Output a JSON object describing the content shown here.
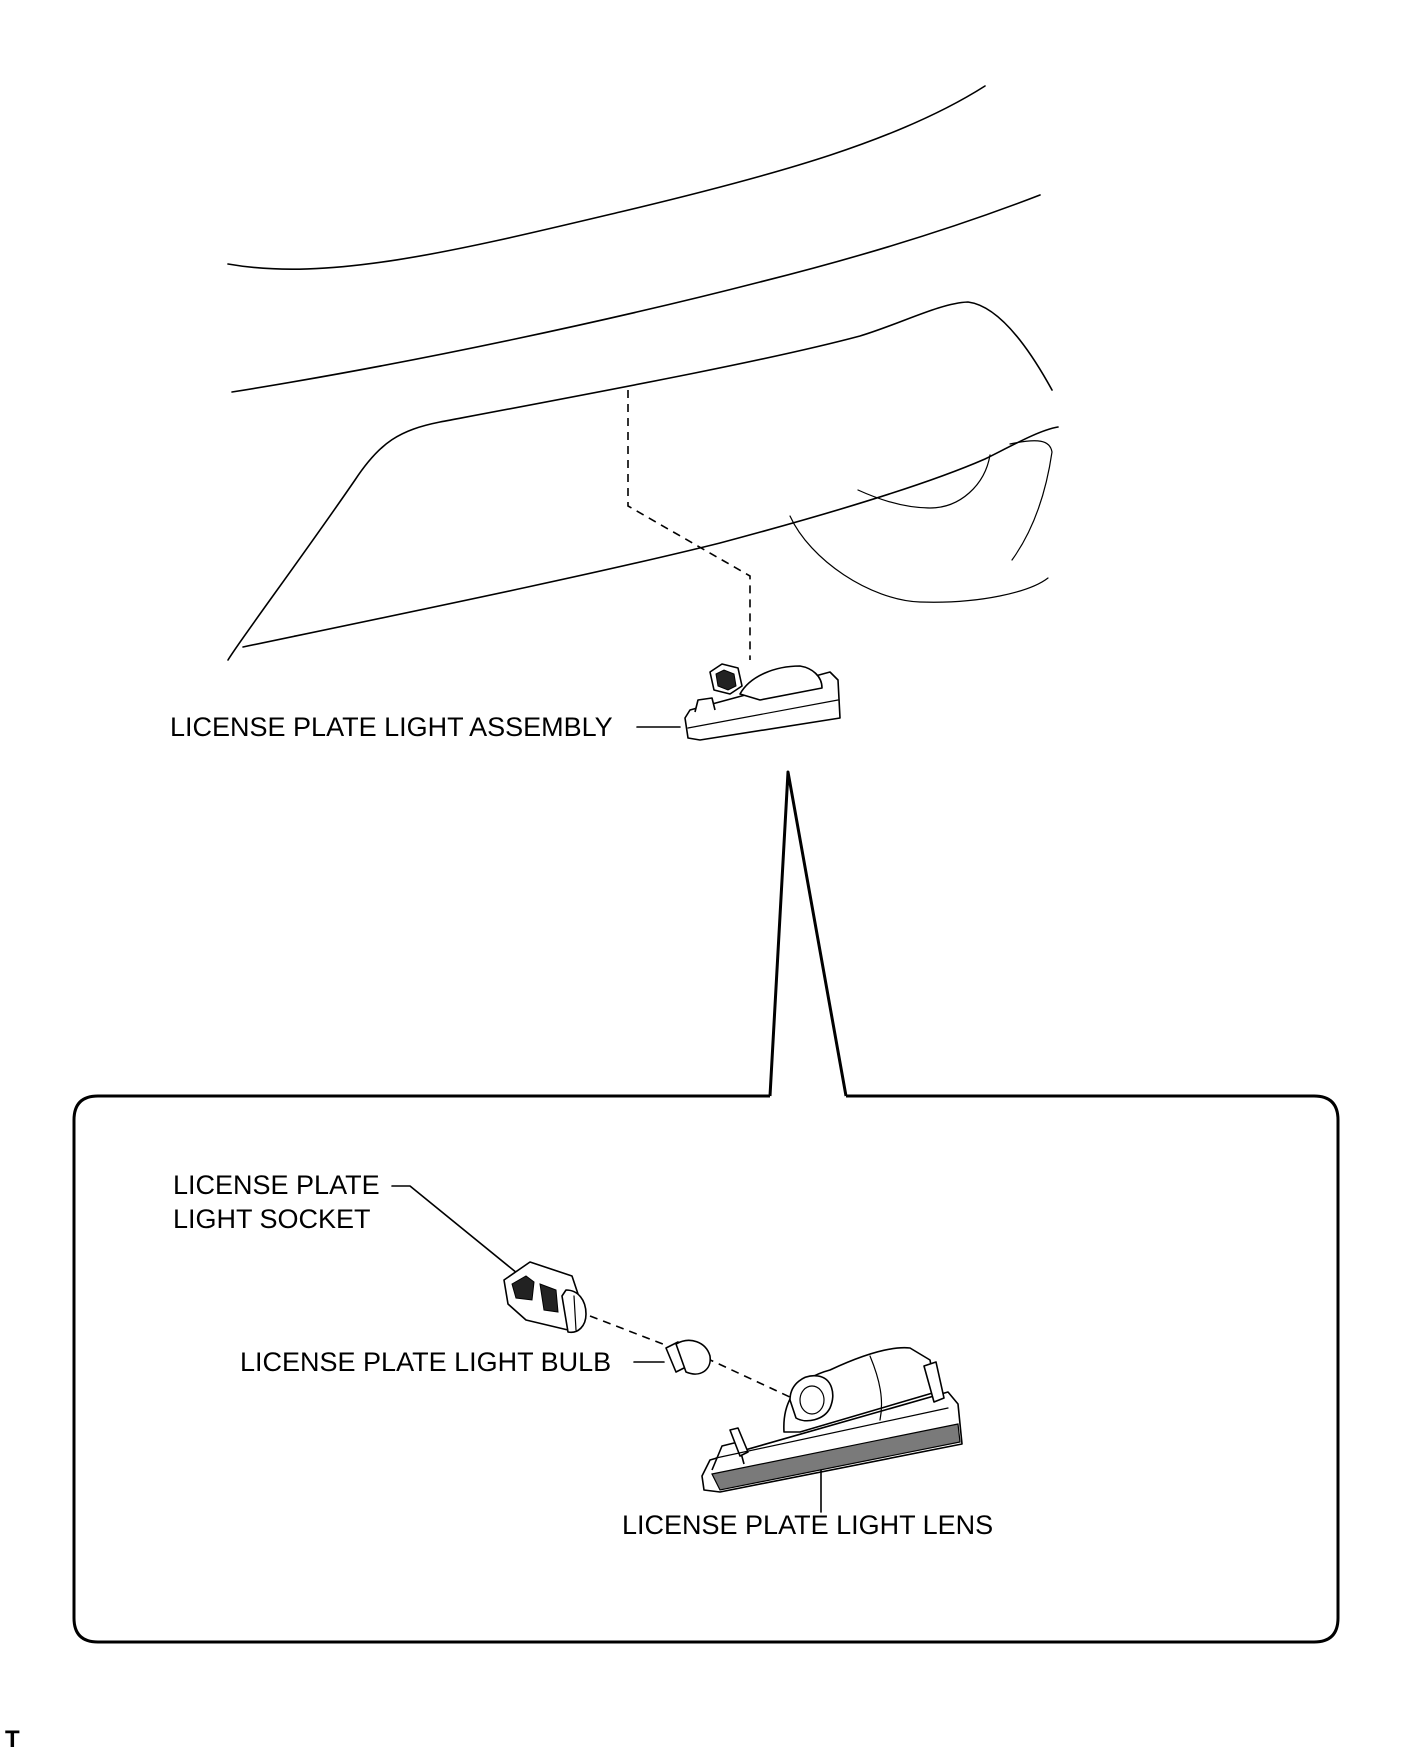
{
  "labels": {
    "assembly": "LICENSE PLATE LIGHT ASSEMBLY",
    "socket": "LICENSE PLATE\nLIGHT SOCKET",
    "bulb": "LICENSE PLATE LIGHT BULB",
    "lens": "LICENSE PLATE LIGHT LENS"
  },
  "corner_code": "T",
  "icons": {
    "bumper": "rear-bumper-outline",
    "assembly": "license-plate-light-assembly-icon",
    "socket": "light-socket-icon",
    "bulb": "wedge-bulb-icon",
    "lens": "light-lens-housing-icon"
  }
}
